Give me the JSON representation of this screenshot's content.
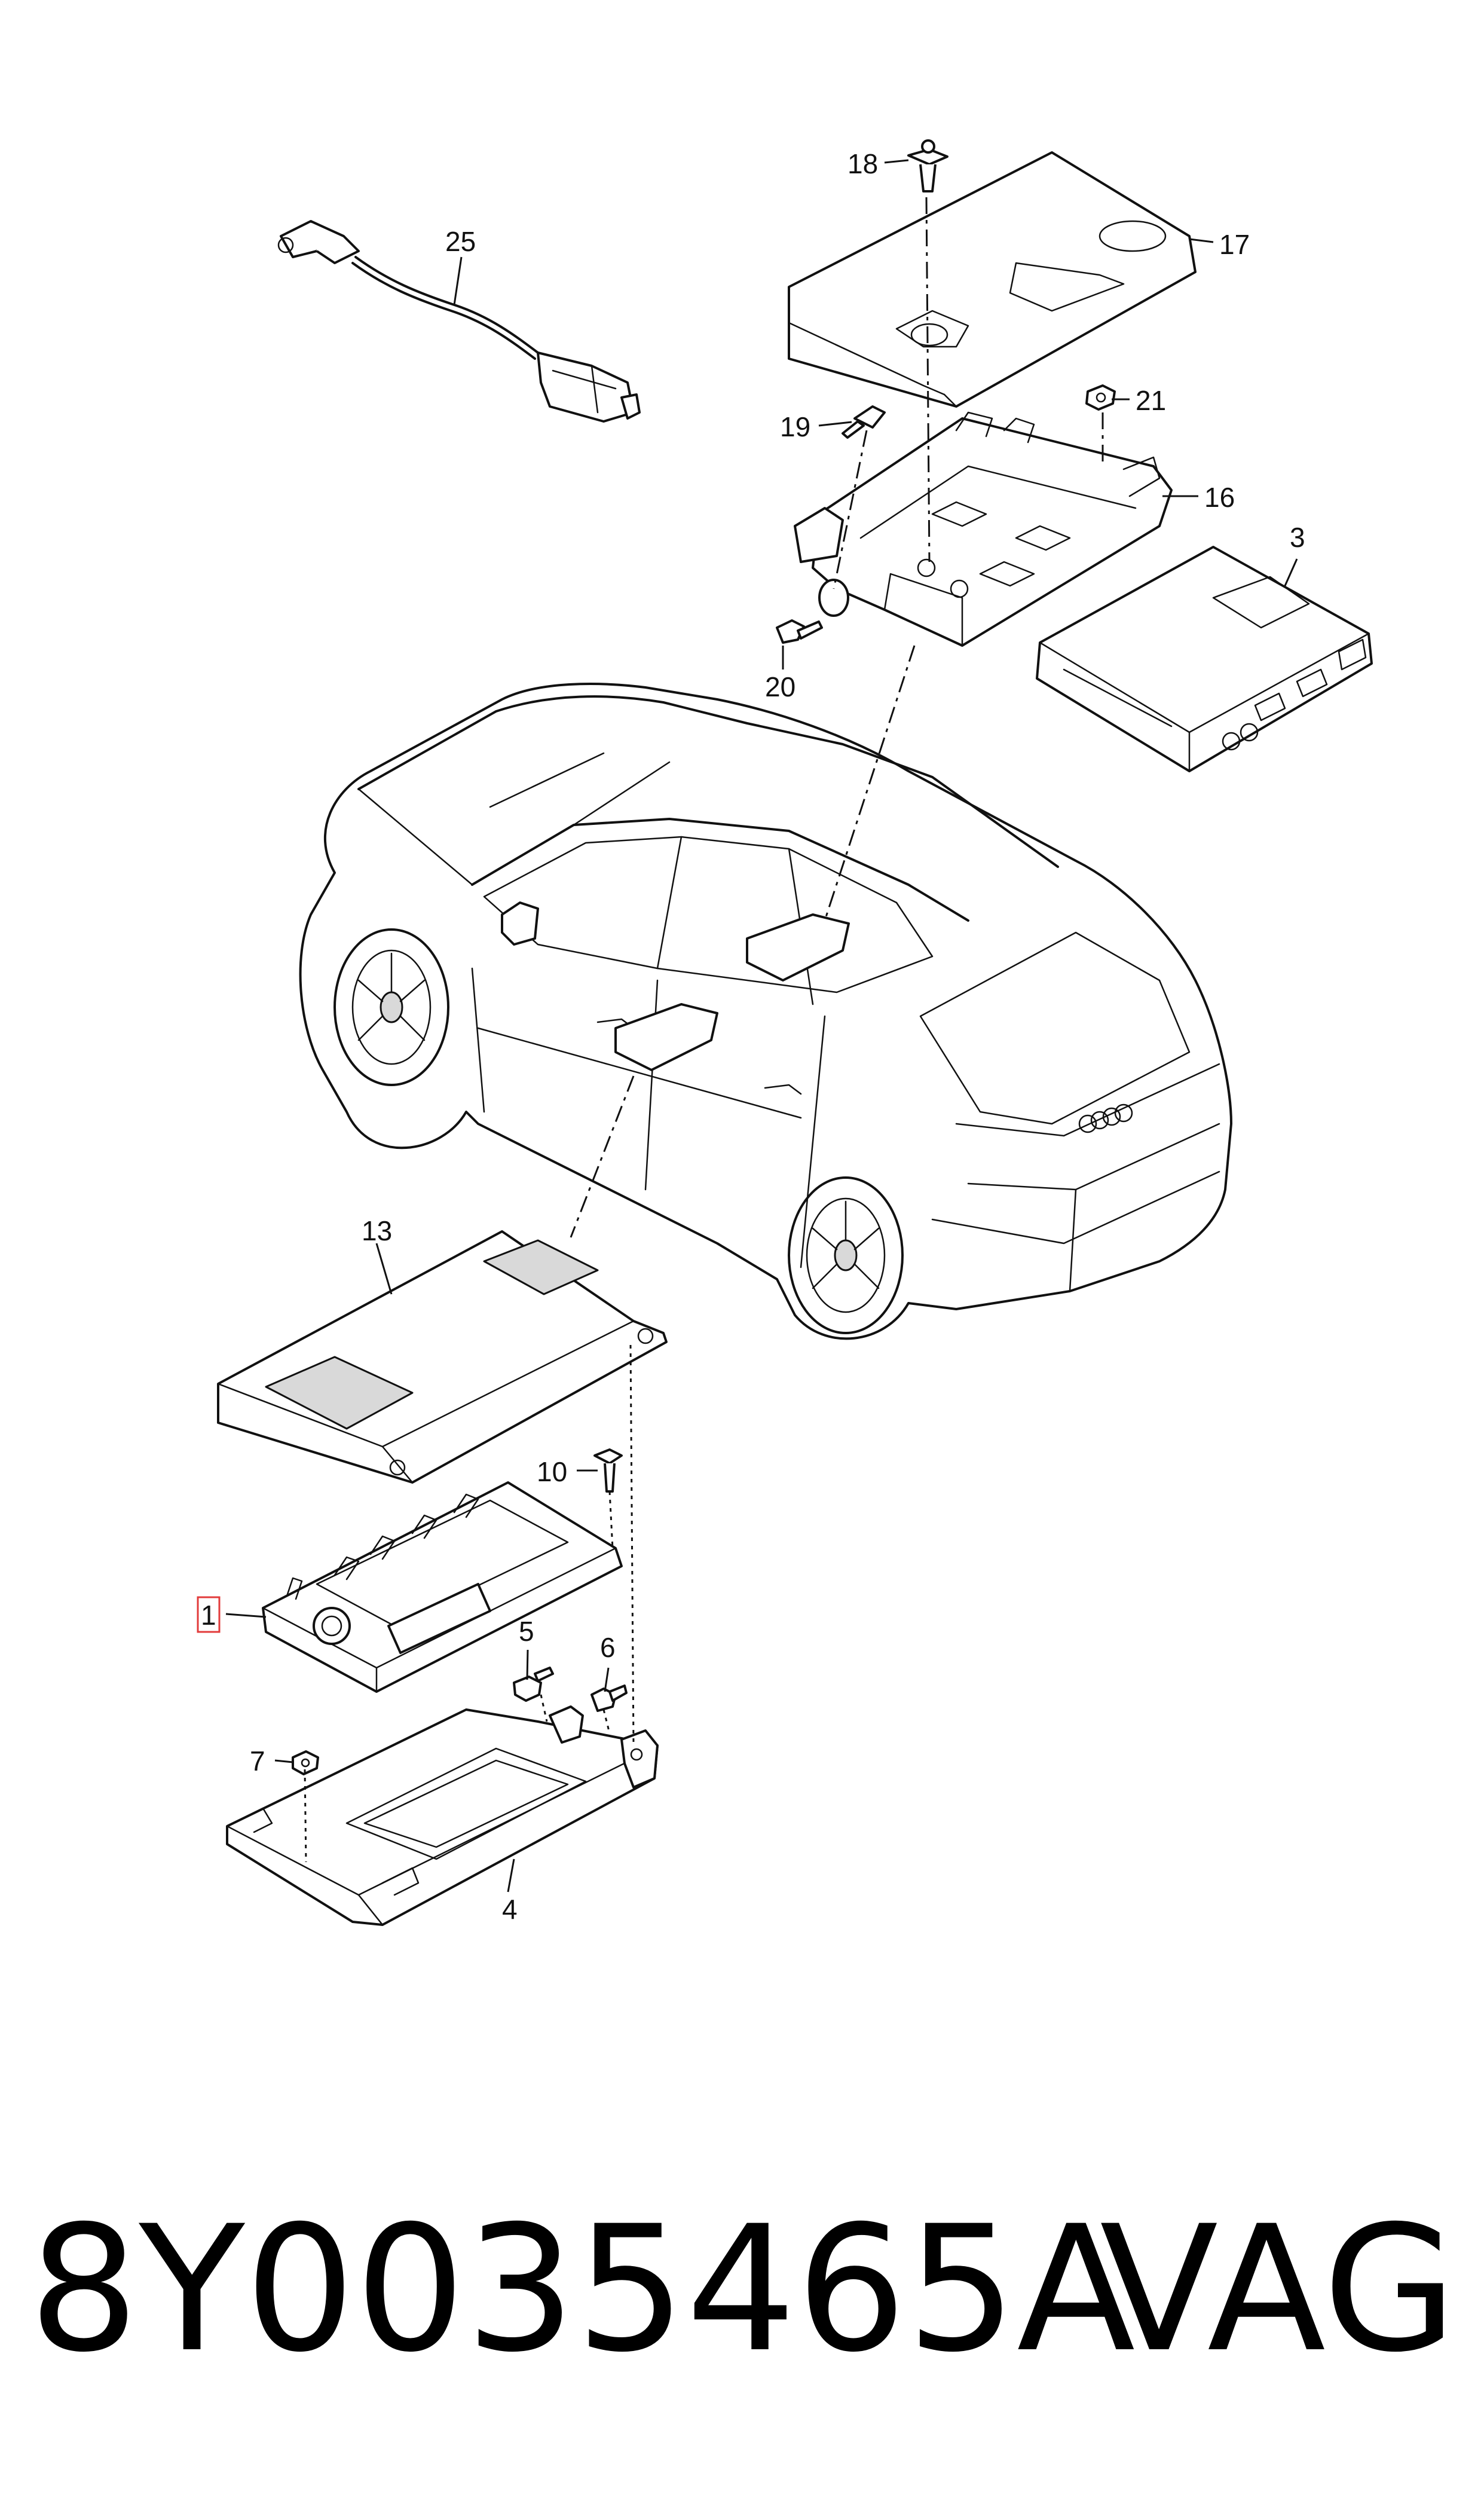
{
  "callouts": [
    {
      "id": "c25",
      "number": "25"
    },
    {
      "id": "c18",
      "number": "18"
    },
    {
      "id": "c17",
      "number": "17"
    },
    {
      "id": "c19",
      "number": "19"
    },
    {
      "id": "c21",
      "number": "21"
    },
    {
      "id": "c16",
      "number": "16"
    },
    {
      "id": "c3",
      "number": "3"
    },
    {
      "id": "c20",
      "number": "20"
    },
    {
      "id": "c13",
      "number": "13"
    },
    {
      "id": "c10",
      "number": "10"
    },
    {
      "id": "c1",
      "number": "1"
    },
    {
      "id": "c5",
      "number": "5"
    },
    {
      "id": "c6",
      "number": "6"
    },
    {
      "id": "c7",
      "number": "7"
    },
    {
      "id": "c4",
      "number": "4"
    }
  ],
  "highlighted_callout": "1",
  "highlight_color": "#e23b3b",
  "footer": {
    "part_number": "8Y0035465A",
    "brand": "VAG"
  }
}
